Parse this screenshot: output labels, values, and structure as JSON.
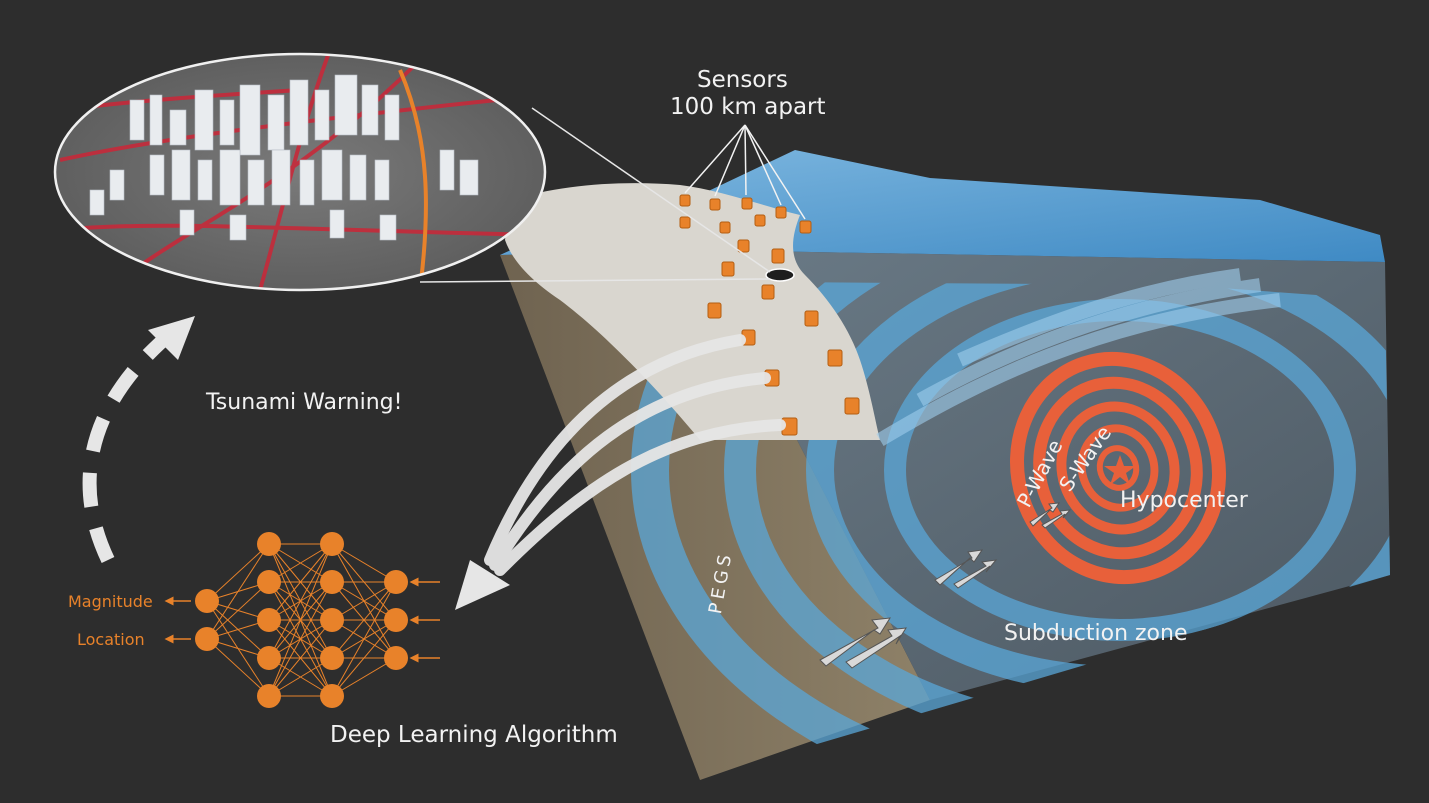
{
  "labels": {
    "sensors_line1": "Sensors",
    "sensors_line2": "100 km apart",
    "tsunami_warning": "Tsunami Warning!",
    "pegs": "PEGS",
    "p_wave": "P-Wave",
    "s_wave": "S-Wave",
    "hypocenter": "Hypocenter",
    "subduction_zone": "Subduction zone",
    "deep_learning": "Deep Learning Algorithm",
    "magnitude": "Magnitude",
    "location": "Location"
  },
  "colors": {
    "background": "#2d2d2d",
    "accent_orange": "#e8822a",
    "wave_red": "#e8603a",
    "ocean": "#4f9fd6",
    "land": "#d9d6cf",
    "crust": "#8b7a62",
    "text": "#f2f2f2"
  },
  "neural_network": {
    "layers": [
      3,
      5,
      5,
      2
    ]
  }
}
